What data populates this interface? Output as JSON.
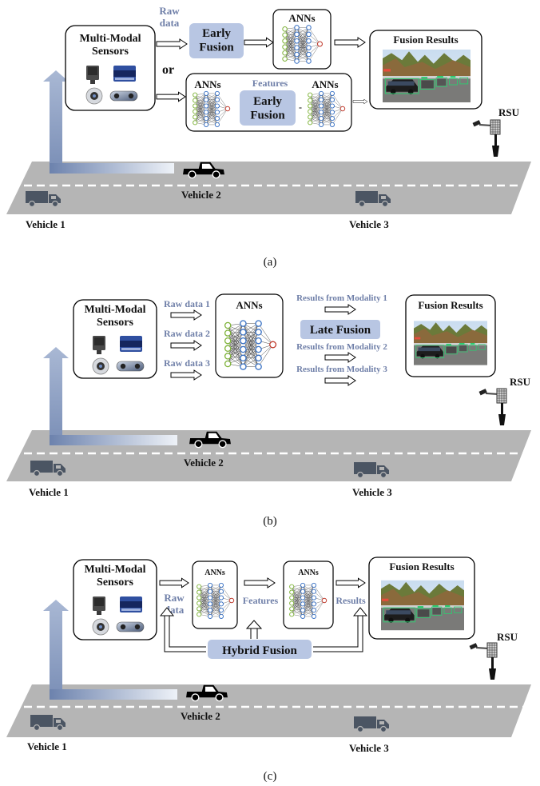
{
  "panel_a": {
    "sensors_title": "Multi-Modal\nSensors",
    "raw_data": "Raw\ndata",
    "early_fusion_top": "Early\nFusion",
    "anns_top": "ANNs",
    "or": "or",
    "anns_left": "ANNs",
    "features": "Features",
    "early_fusion_mid": "Early\nFusion",
    "anns_right": "ANNs",
    "fusion_results": "Fusion Results",
    "rsu": "RSU",
    "vehicle1": "Vehicle 1",
    "vehicle2": "Vehicle 2",
    "vehicle3": "Vehicle 3",
    "caption": "(a)"
  },
  "panel_b": {
    "sensors_title": "Multi-Modal\nSensors",
    "raw1": "Raw data 1",
    "raw2": "Raw data 2",
    "raw3": "Raw data 3",
    "anns": "ANNs",
    "res1": "Results from Modality 1",
    "late_fusion": "Late Fusion",
    "res2": "Results from Modality 2",
    "res3": "Results from Modality 3",
    "fusion_results": "Fusion Results",
    "rsu": "RSU",
    "vehicle1": "Vehicle 1",
    "vehicle2": "Vehicle 2",
    "vehicle3": "Vehicle 3",
    "caption": "(b)"
  },
  "panel_c": {
    "sensors_title": "Multi-Modal\nSensors",
    "raw_data": "Raw\ndata",
    "anns_1": "ANNs",
    "features": "Features",
    "anns_2": "ANNs",
    "results": "Results",
    "hybrid_fusion": "Hybrid Fusion",
    "fusion_results": "Fusion Results",
    "rsu": "RSU",
    "vehicle1": "Vehicle 1",
    "vehicle2": "Vehicle 2",
    "vehicle3": "Vehicle 3",
    "caption": "(c)"
  },
  "colors": {
    "accent_blue": "#6f7fa8",
    "fusion_box": "#b8c6e3",
    "road": "#b5b5b5",
    "arrow_gradient_start": "#6c82ad",
    "arrow_gradient_end": "#e8edf6"
  }
}
